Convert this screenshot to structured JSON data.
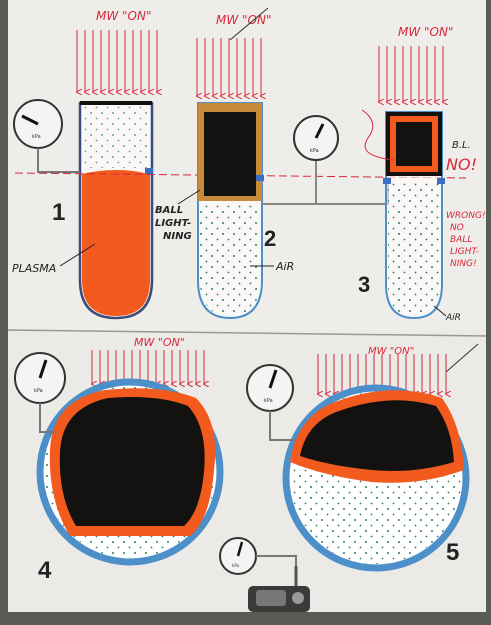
{
  "mw_labels": {
    "p1": "MW \"ON\"",
    "p2": "MW \"ON\"",
    "p3": "MW \"ON\"",
    "p4": "MW \"ON\"",
    "p5": "MW \"ON\""
  },
  "panel_numbers": {
    "n1": "1",
    "n2": "2",
    "n3": "3",
    "n4": "4",
    "n5": "5"
  },
  "labels": {
    "plasma": "PLASMA",
    "ball_lightning_1": "BALL",
    "ball_lightning_2": "LIGHT-",
    "ball_lightning_3": "NING",
    "air_2": "AiR",
    "air_3": "AiR",
    "bl_short": "B.L.",
    "no": "NO!",
    "wrong_1": "WRONG!",
    "wrong_2": "NO",
    "wrong_3": "BALL",
    "wrong_4": "LIGHT-",
    "wrong_5": "NING!"
  },
  "gauge_unit": "kPa",
  "colors": {
    "paper": "#eceae6",
    "plasma": "#f25a1e",
    "ball": "#141210",
    "arrow": "#d8283a",
    "tube": "#3a4a7a",
    "vessel": "#4d8fc9",
    "dot": "#2e7d5a"
  }
}
